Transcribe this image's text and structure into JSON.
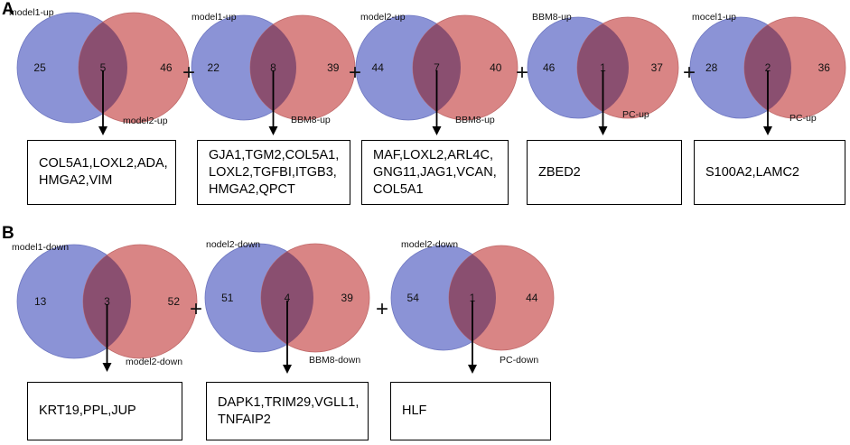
{
  "panels": [
    {
      "letter": "A",
      "venns": [
        {
          "left_label": "model1-up",
          "right_label": "model2-up",
          "left_count": "25",
          "overlap_count": "5",
          "right_count": "46",
          "genes": "COL5A1,LOXL2,ADA,\nHMGA2,VIM"
        },
        {
          "left_label": "model1-up",
          "right_label": "BBM8-up",
          "left_count": "22",
          "overlap_count": "8",
          "right_count": "39",
          "genes": "GJA1,TGM2,COL5A1,\nLOXL2,TGFBI,ITGB3,\nHMGA2,QPCT"
        },
        {
          "left_label": "model2-up",
          "right_label": "BBM8-up",
          "left_count": "44",
          "overlap_count": "7",
          "right_count": "40",
          "genes": "MAF,LOXL2,ARL4C,\nGNG11,JAG1,VCAN,\nCOL5A1"
        },
        {
          "left_label": "BBM8-up",
          "right_label": "PC-up",
          "left_count": "46",
          "overlap_count": "1",
          "right_count": "37",
          "genes": "ZBED2"
        },
        {
          "left_label": "mocel1-up",
          "right_label": "PC-up",
          "left_count": "28",
          "overlap_count": "2",
          "right_count": "36",
          "genes": "S100A2,LAMC2"
        }
      ]
    },
    {
      "letter": "B",
      "venns": [
        {
          "left_label": "model1-down",
          "right_label": "model2-down",
          "left_count": "13",
          "overlap_count": "3",
          "right_count": "52",
          "genes": "KRT19,PPL,JUP"
        },
        {
          "left_label": "nodel2-down",
          "right_label": "BBM8-down",
          "left_count": "51",
          "overlap_count": "4",
          "right_count": "39",
          "genes": "DAPK1,TRIM29,VGLL1,\nTNFAIP2"
        },
        {
          "left_label": "model2-down",
          "right_label": "PC-down",
          "left_count": "54",
          "overlap_count": "1",
          "right_count": "44",
          "genes": "HLF"
        }
      ]
    }
  ],
  "operator": "+",
  "colors": {
    "left_circle": "#8b93d6",
    "right_circle": "#d98585",
    "overlap": "#8a4f70",
    "stroke": "#000000"
  }
}
